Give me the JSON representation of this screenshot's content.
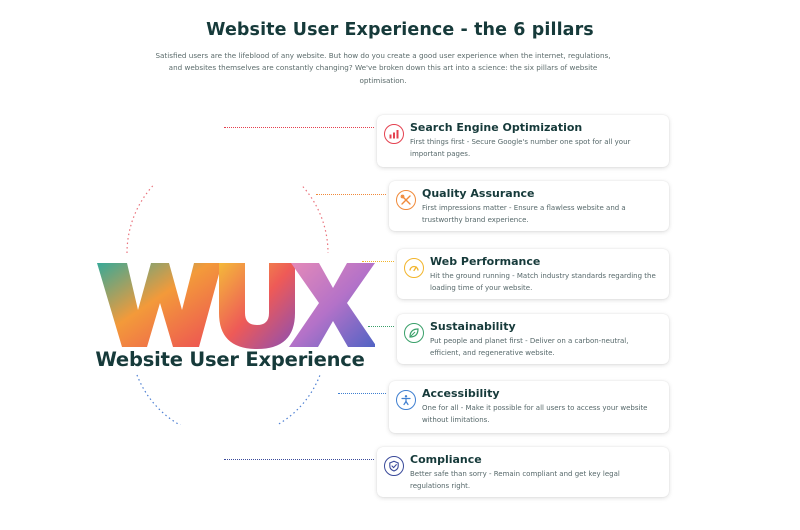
{
  "header": {
    "title": "Website User Experience - the 6 pillars",
    "intro": "Satisfied users are the lifeblood of any website. But how do you create a good user experience when the internet, regulations, and websites themselves are constantly changing? We've broken down this art into a science: the six pillars of website optimisation."
  },
  "logo": {
    "letters": "WUX",
    "caption": "Website User Experience"
  },
  "colors": {
    "heading": "#163a3a",
    "body_text": "#56686a",
    "search": "#e4414f",
    "quality": "#f08a3a",
    "performance": "#f2b52c",
    "sustainability": "#3aa06a",
    "accessibility": "#3f7fd0",
    "compliance": "#3a4a9a"
  },
  "pillars": [
    {
      "title": "Search Engine Optimization",
      "description": "First things first - Secure Google's number one spot for all your important pages.",
      "icon": "seo-chart-icon",
      "color": "#e4414f"
    },
    {
      "title": "Quality Assurance",
      "description": "First impressions matter - Ensure a flawless website and a trustworthy brand experience.",
      "icon": "tools-icon",
      "color": "#f08a3a"
    },
    {
      "title": "Web Performance",
      "description": "Hit the ground running - Match industry standards regarding the loading time of your website.",
      "icon": "speed-gauge-icon",
      "color": "#f2b52c"
    },
    {
      "title": "Sustainability",
      "description": "Put people and planet first - Deliver on a carbon-neutral, efficient, and regenerative website.",
      "icon": "leaf-icon",
      "color": "#3aa06a"
    },
    {
      "title": "Accessibility",
      "description": "One for all - Make it possible for all users to access your website without limitations.",
      "icon": "accessibility-person-icon",
      "color": "#3f7fd0"
    },
    {
      "title": "Compliance",
      "description": "Better safe than sorry - Remain compliant and get key legal regulations right.",
      "icon": "legal-shield-icon",
      "color": "#3a4a9a"
    }
  ]
}
